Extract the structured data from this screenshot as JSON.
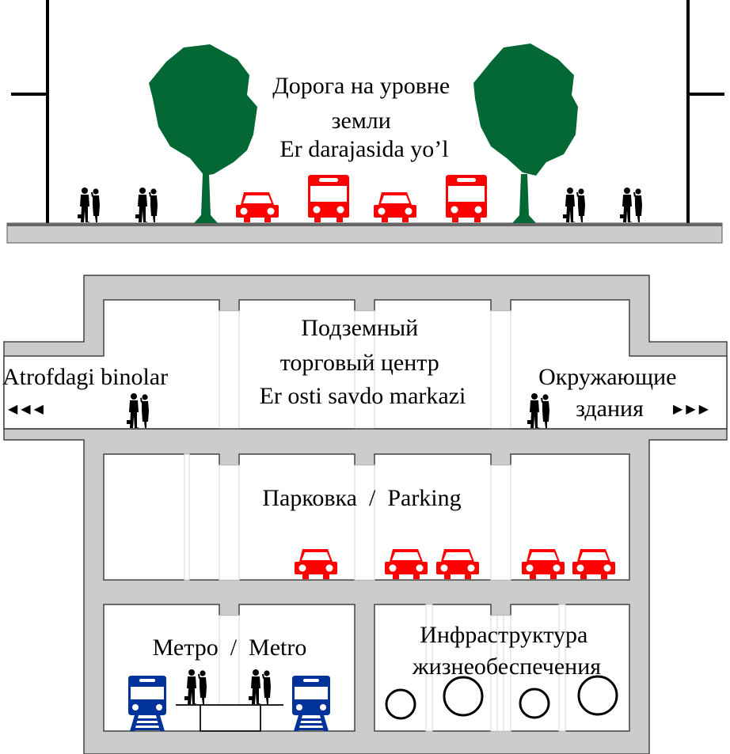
{
  "colors": {
    "tree": "#046835",
    "vehicle_road": "#ff0000",
    "train": "#003399",
    "structure": "#cccccc",
    "outline": "#444444",
    "people": "#000000"
  },
  "surface": {
    "label_lines": [
      "Дорога на уровне",
      "земли",
      "Er darajasida yo’l"
    ],
    "vehicles": [
      "car",
      "bus",
      "car",
      "bus"
    ],
    "trees": 2,
    "people_groups": 4
  },
  "underground_mall": {
    "label_lines": [
      "Подземный",
      "торговый центр",
      "Er osti savdo markazi"
    ]
  },
  "surrounding_left": {
    "label": "Atrofdagi binolar",
    "arrows": "◀ ◀ ◀"
  },
  "surrounding_right": {
    "label_lines": [
      "Окружающие",
      "здания"
    ],
    "arrows": "▶ ▶ ▶"
  },
  "parking": {
    "label": "Парковка  /  Parking",
    "cars": 5
  },
  "metro": {
    "label": "Метро  /  Metro",
    "trains": 2
  },
  "utilities": {
    "label_lines": [
      "Инфраструктура",
      "жизнеобеспечения"
    ],
    "pipes": 4
  }
}
